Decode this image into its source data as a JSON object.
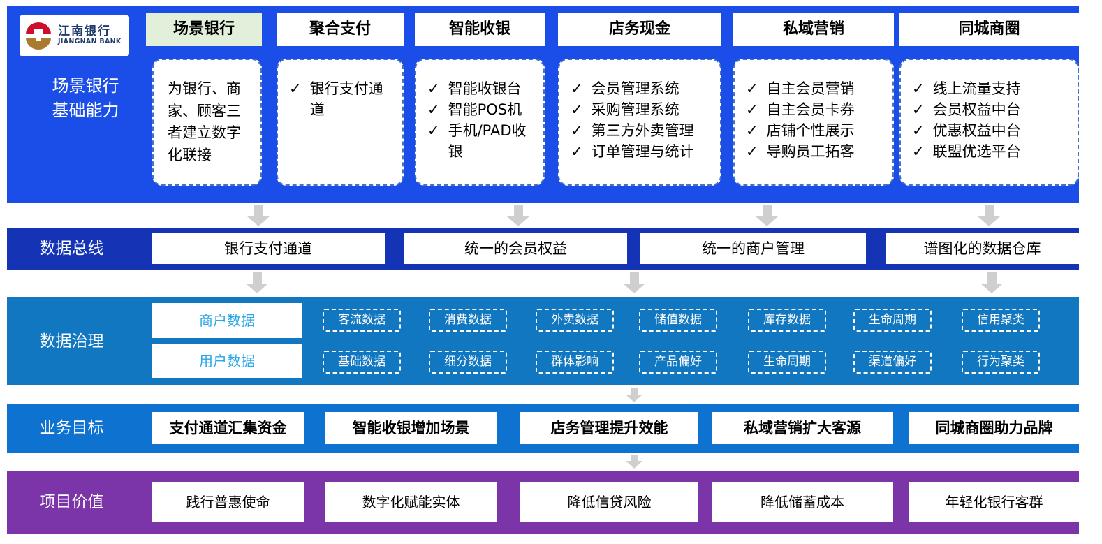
{
  "brand": {
    "name_cn": "江南银行",
    "name_en": "JIANGNAN BANK"
  },
  "icons": {
    "check": "✓",
    "arrow": "down-arrow"
  },
  "colors": {
    "top": "#1B4EE8",
    "bus": "#1433B5",
    "gov": "#1177C0",
    "goal": "#0E72D0",
    "value": "#7B35A8",
    "activetab": "#E2EFDA",
    "dash": "#4472C4",
    "arrow": "#CFCFCF",
    "mu": "#2BA6E8",
    "logored": "#CE0E2D",
    "logogold": "#A97B2F",
    "logotext": "#203A69"
  },
  "capabilities": {
    "label_lines": [
      "场景银行",
      "基础能力"
    ],
    "columns": [
      {
        "tab": "场景银行",
        "active": true,
        "description": "为银行、商家、顾客三者建立数字化联接",
        "items": []
      },
      {
        "tab": "聚合支付",
        "active": false,
        "items": [
          "银行支付通道"
        ]
      },
      {
        "tab": "智能收银",
        "active": false,
        "items": [
          "智能收银台",
          "智能POS机",
          "手机/PAD收银"
        ]
      },
      {
        "tab": "店务现金",
        "active": false,
        "items": [
          "会员管理系统",
          "采购管理系统",
          "第三方外卖管理",
          "订单管理与统计"
        ]
      },
      {
        "tab": "私域营销",
        "active": false,
        "items": [
          "自主会员营销",
          "自主会员卡券",
          "店铺个性展示",
          "导购员工拓客"
        ]
      },
      {
        "tab": "同城商圈",
        "active": false,
        "items": [
          "线上流量支持",
          "会员权益中台",
          "优惠权益中台",
          "联盟优选平台"
        ]
      }
    ]
  },
  "data_bus": {
    "label": "数据总线",
    "boxes": [
      "银行支付通道",
      "统一的会员权益",
      "统一的商户管理",
      "谱图化的数据仓库"
    ]
  },
  "data_governance": {
    "label": "数据治理",
    "groups": [
      {
        "name": "商户数据",
        "chips": [
          "客流数据",
          "消费数据",
          "外卖数据",
          "储值数据",
          "库存数据",
          "生命周期",
          "信用聚类"
        ]
      },
      {
        "name": "用户数据",
        "chips": [
          "基础数据",
          "细分数据",
          "群体影响",
          "产品偏好",
          "生命周期",
          "渠道偏好",
          "行为聚类"
        ]
      }
    ]
  },
  "business_goals": {
    "label": "业务目标",
    "boxes": [
      "支付通道汇集资金",
      "智能收银增加场景",
      "店务管理提升效能",
      "私域营销扩大客源",
      "同城商圈助力品牌"
    ]
  },
  "project_values": {
    "label": "项目价值",
    "boxes": [
      "践行普惠使命",
      "数字化赋能实体",
      "降低信贷风险",
      "降低储蓄成本",
      "年轻化银行客群"
    ]
  }
}
